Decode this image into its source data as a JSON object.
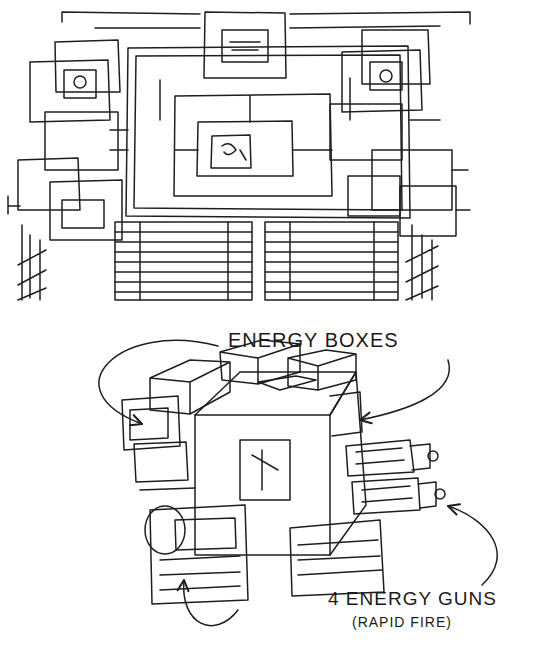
{
  "diagram": {
    "labels": [
      "ENERGY BOXES",
      "4 ENERGY GUNS",
      "(RAPID FIRE)"
    ]
  }
}
